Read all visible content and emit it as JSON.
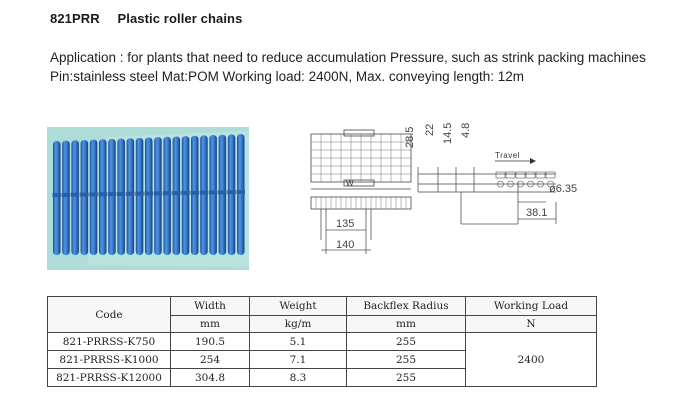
{
  "header": {
    "code": "821PRR",
    "name": "Plastic roller chains"
  },
  "description": {
    "application": "Application : for plants that need to reduce accumulation Pressure, such as strink packing machines",
    "specs": "Pin:stainless steel  Mat:POM  Working load: 2400N, Max. conveying length: 12m"
  },
  "drawing": {
    "dims": {
      "h1": "28.5",
      "h2": "22",
      "h3": "14.5",
      "h4": "4.8",
      "w": "W",
      "d135": "135",
      "d140": "140",
      "pin": "ø6.35",
      "pitch": "38.1",
      "travel": "Travel"
    }
  },
  "table": {
    "headers": {
      "code": "Code",
      "width": "Width",
      "weight": "Weight",
      "backflex": "Backflex Radius",
      "load": "Working Load"
    },
    "units": {
      "width": "mm",
      "weight": "kg/m",
      "backflex": "mm",
      "load": "N"
    },
    "rows": [
      {
        "code": "821-PRRSS-K750",
        "width": "190.5",
        "weight": "5.1",
        "backflex": "255"
      },
      {
        "code": "821-PRRSS-K1000",
        "width": "254",
        "weight": "7.1",
        "backflex": "255"
      },
      {
        "code": "821-PRRSS-K12000",
        "width": "304.8",
        "weight": "8.3",
        "backflex": "255"
      }
    ],
    "working_load_value": "2400"
  },
  "colors": {
    "roller_blue": "#3a7fd0",
    "photo_bg": "#aedcd8"
  }
}
